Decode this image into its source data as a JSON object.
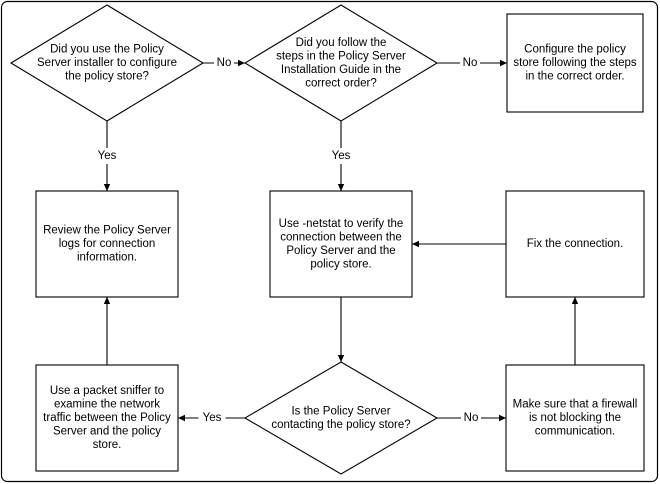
{
  "nodes": {
    "q_installer": {
      "shape": "decision",
      "lines": [
        "Did you use the Policy",
        "Server installer to configure",
        "the policy store?"
      ]
    },
    "q_steps": {
      "shape": "decision",
      "lines": [
        "Did you follow the",
        "steps in the Policy Server",
        "Installation Guide in the",
        "correct order?"
      ]
    },
    "configure": {
      "shape": "process",
      "lines": [
        "Configure the policy",
        "store following the steps",
        "in the correct order."
      ]
    },
    "review_logs": {
      "shape": "process",
      "lines": [
        "Review the Policy Server",
        "logs for connection",
        "information."
      ]
    },
    "netstat": {
      "shape": "process",
      "lines": [
        "Use -netstat to verify the",
        "connection between the",
        "Policy Server and the",
        "policy store."
      ]
    },
    "fix": {
      "shape": "process",
      "lines": [
        "Fix the connection."
      ]
    },
    "sniffer": {
      "shape": "process",
      "lines": [
        "Use a packet sniffer to",
        "examine the network",
        "traffic between the Policy",
        "Server and the policy",
        "store."
      ]
    },
    "q_contacting": {
      "shape": "decision",
      "lines": [
        "Is the Policy Server",
        "contacting the policy store?"
      ]
    },
    "firewall": {
      "shape": "process",
      "lines": [
        "Make sure that a firewall",
        "is not blocking the",
        "communication."
      ]
    }
  },
  "edges": [
    {
      "from": "q_installer",
      "to": "q_steps",
      "label": "No"
    },
    {
      "from": "q_steps",
      "to": "configure",
      "label": "No"
    },
    {
      "from": "q_installer",
      "to": "review_logs",
      "label": "Yes"
    },
    {
      "from": "q_steps",
      "to": "netstat",
      "label": "Yes"
    },
    {
      "from": "netstat",
      "to": "q_contacting",
      "label": ""
    },
    {
      "from": "q_contacting",
      "to": "sniffer",
      "label": "Yes"
    },
    {
      "from": "q_contacting",
      "to": "firewall",
      "label": "No"
    },
    {
      "from": "sniffer",
      "to": "review_logs",
      "label": ""
    },
    {
      "from": "firewall",
      "to": "fix",
      "label": ""
    },
    {
      "from": "fix",
      "to": "netstat",
      "label": ""
    }
  ]
}
